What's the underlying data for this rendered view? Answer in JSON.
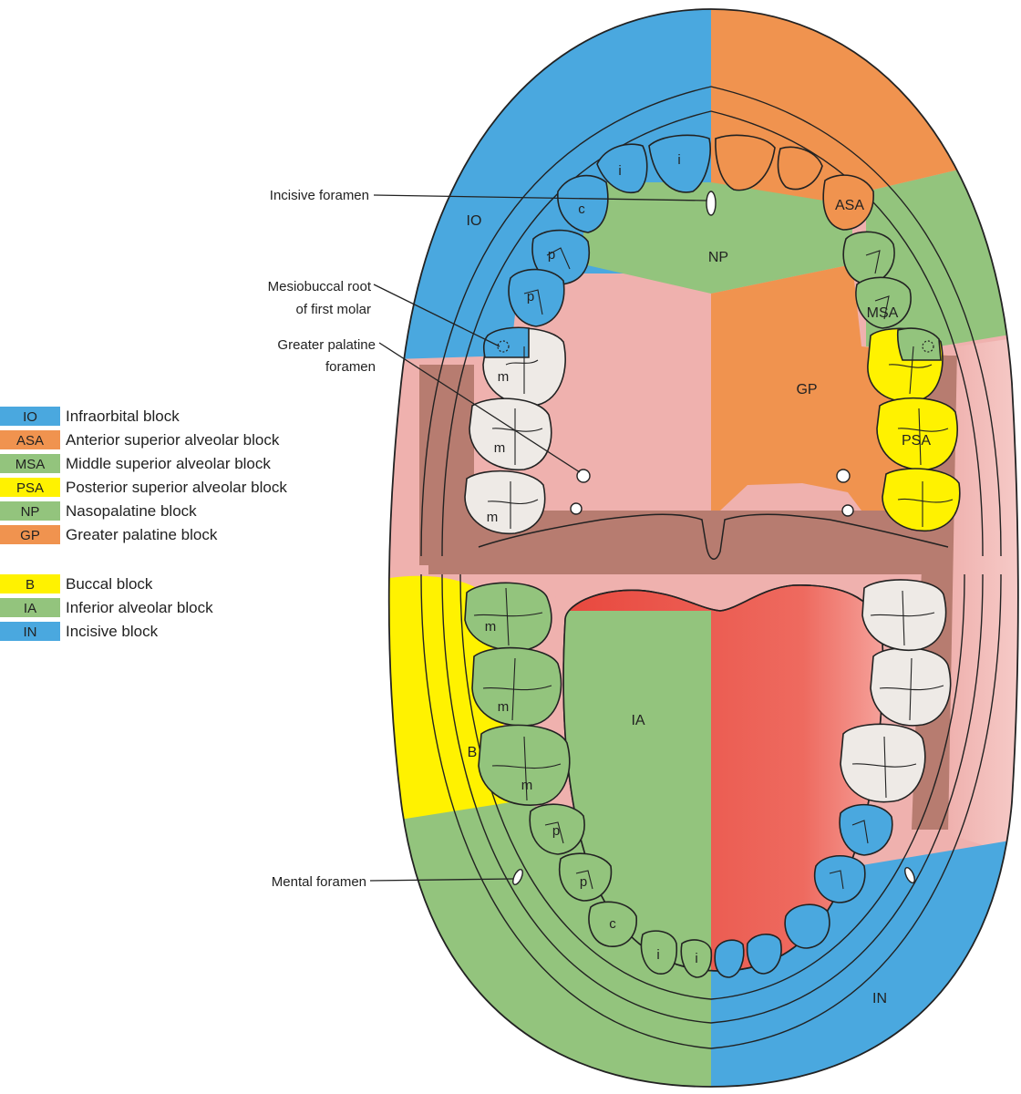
{
  "colors": {
    "blue": "#4aa8df",
    "orange": "#f0934f",
    "green": "#93c47d",
    "yellow": "#fff200",
    "pink": "#efb1ae",
    "brown": "#b77c70",
    "red": "#e8483e",
    "tooth_white": "#eeeae6",
    "outline": "#222222"
  },
  "legend": {
    "upper": [
      {
        "code": "IO",
        "label": "Infraorbital block",
        "color": "blue"
      },
      {
        "code": "ASA",
        "label": "Anterior superior alveolar block",
        "color": "orange"
      },
      {
        "code": "MSA",
        "label": "Middle superior alveolar block",
        "color": "green"
      },
      {
        "code": "PSA",
        "label": "Posterior superior alveolar block",
        "color": "yellow"
      },
      {
        "code": "NP",
        "label": "Nasopalatine block",
        "color": "green"
      },
      {
        "code": "GP",
        "label": "Greater palatine block",
        "color": "orange"
      }
    ],
    "lower": [
      {
        "code": "B",
        "label": "Buccal block",
        "color": "yellow"
      },
      {
        "code": "IA",
        "label": "Inferior alveolar block",
        "color": "green"
      },
      {
        "code": "IN",
        "label": "Incisive block",
        "color": "blue"
      }
    ]
  },
  "callouts": {
    "incisive_foramen": "Incisive foramen",
    "mesiobuccal_line1": "Mesiobuccal root",
    "mesiobuccal_line2": "of first molar",
    "greater_palatine_line1": "Greater palatine",
    "greater_palatine_line2": "foramen",
    "mental_foramen": "Mental foramen"
  },
  "regions": {
    "io": "IO",
    "asa": "ASA",
    "np": "NP",
    "msa": "MSA",
    "gp": "GP",
    "psa": "PSA",
    "ia": "IA",
    "b": "B",
    "in": "IN"
  },
  "tooth_letters": {
    "incisor": "i",
    "canine": "c",
    "premolar": "p",
    "molar": "m"
  }
}
